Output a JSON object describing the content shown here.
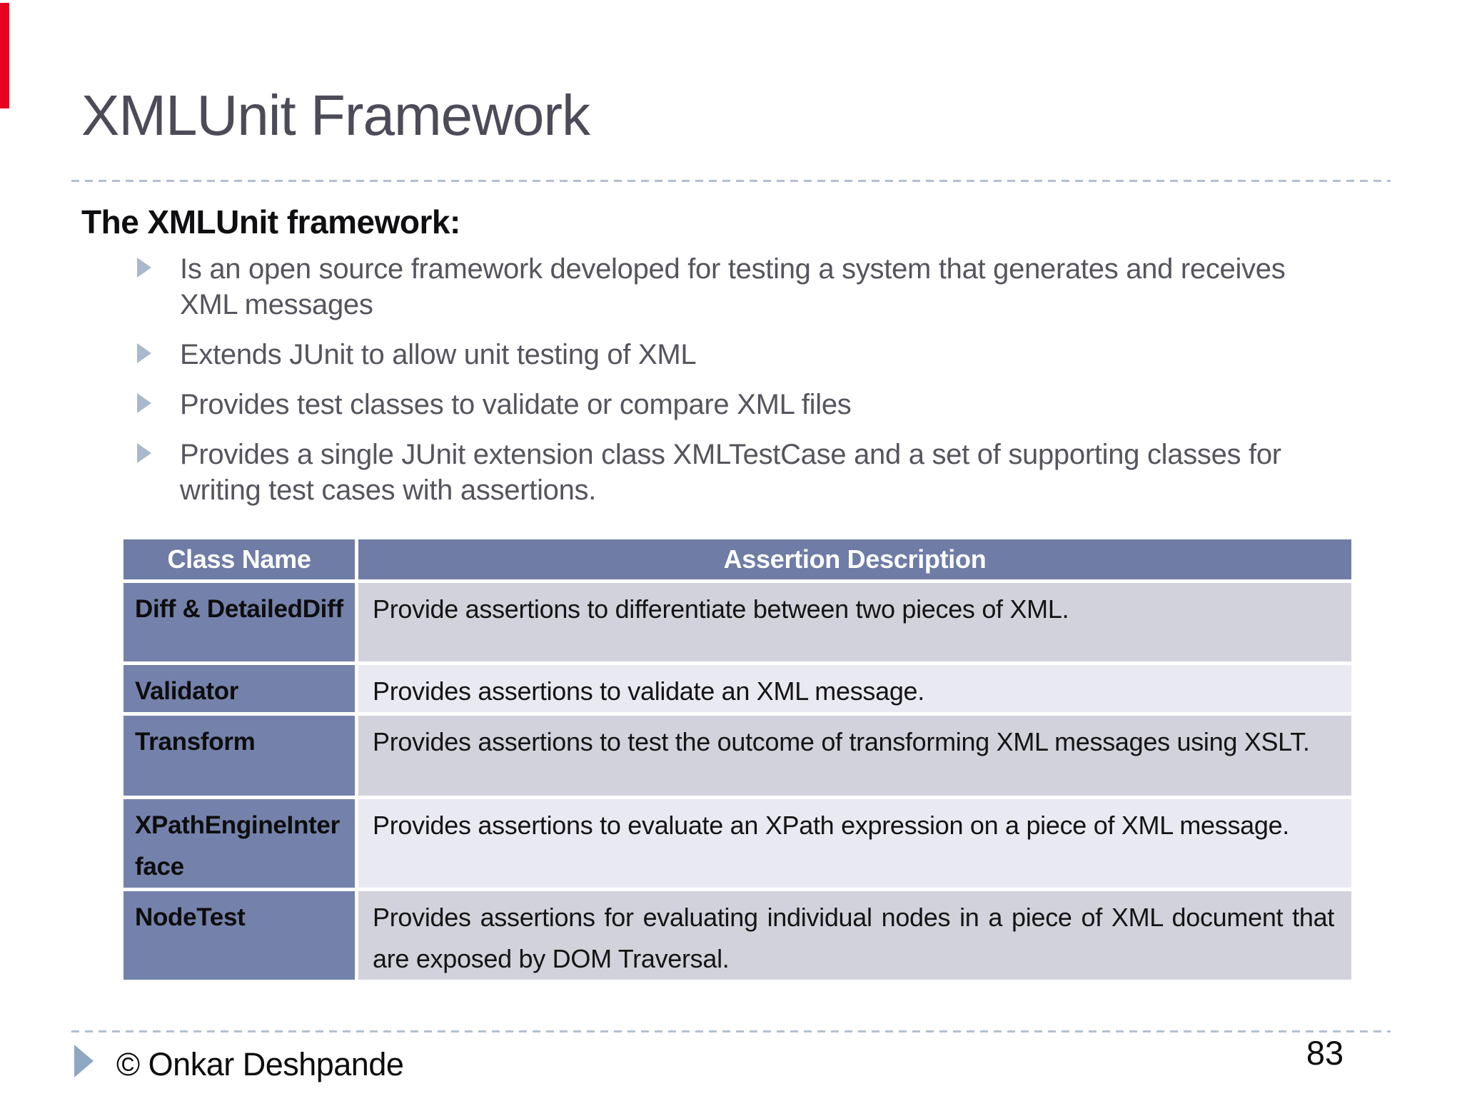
{
  "slide": {
    "title": "XMLUnit Framework",
    "heading": "The XMLUnit framework:",
    "bullets": [
      "Is an open source framework developed for testing a system that generates and receives XML messages",
      "Extends JUnit to allow unit testing of XML",
      "Provides test classes to validate or compare XML files",
      "Provides a single JUnit extension class XMLTestCase and a set of supporting classes for writing test cases with assertions."
    ],
    "table": {
      "columns": [
        "Class Name",
        "Assertion Description"
      ],
      "rows": [
        {
          "class_name": "Diff & DetailedDiff",
          "description": "Provide assertions to differentiate between two pieces of XML."
        },
        {
          "class_name": "Validator",
          "description": "Provides assertions to validate an XML message."
        },
        {
          "class_name": "Transform",
          "description": "Provides assertions to test the outcome of transforming XML messages using XSLT."
        },
        {
          "class_name": "XPathEngineInterface",
          "description": "Provides assertions to evaluate an XPath expression on a piece of XML message."
        },
        {
          "class_name": "NodeTest",
          "description": "Provides assertions for evaluating individual nodes in a piece of XML document that are exposed by DOM Traversal."
        }
      ]
    },
    "footer": {
      "copyright_label": "© Onkar Deshpande",
      "page_number": "83"
    },
    "colors": {
      "title_text": "#4c4b58",
      "accent_dash": "#b3c0d1",
      "bullet_glyph": "#a9b9cd",
      "table_header_bg": "#6e7ca6",
      "class_cell_bg": "#7482ab",
      "row_stripe_dark": "#d2d2dc",
      "row_stripe_light": "#e9e9f1",
      "red_marker": "#e8001f",
      "footer_glyph": "#90a7c3"
    }
  }
}
